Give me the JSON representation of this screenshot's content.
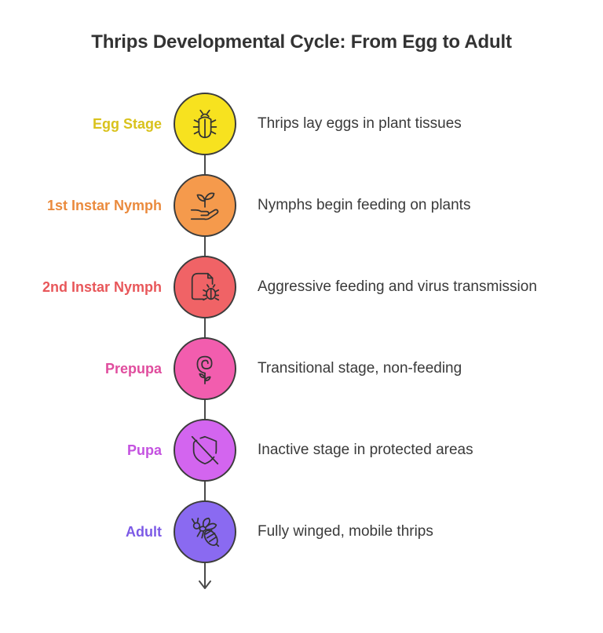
{
  "title": "Thrips Developmental Cycle: From Egg to Adult",
  "stages": [
    {
      "label": "Egg Stage",
      "description": "Thrips lay eggs in plant tissues",
      "icon": "beetle-icon",
      "label_color": "#d9c21c",
      "circle_color": "#f7e21f"
    },
    {
      "label": "1st Instar Nymph",
      "description": "Nymphs begin feeding on plants",
      "icon": "hand-holding-plant-icon",
      "label_color": "#ea8a3d",
      "circle_color": "#f59a4c"
    },
    {
      "label": "2nd Instar Nymph",
      "description": "Aggressive feeding and virus transmission",
      "icon": "leaf-with-bug-icon",
      "label_color": "#e8575a",
      "circle_color": "#f06366"
    },
    {
      "label": "Prepupa",
      "description": "Transitional stage, non-feeding",
      "icon": "spiral-sprout-icon",
      "label_color": "#e04d9e",
      "circle_color": "#f25dae"
    },
    {
      "label": "Pupa",
      "description": "Inactive stage in protected areas",
      "icon": "shield-off-icon",
      "label_color": "#c452e0",
      "circle_color": "#d365ef"
    },
    {
      "label": "Adult",
      "description": "Fully winged, mobile thrips",
      "icon": "wasp-icon",
      "label_color": "#7c5ae6",
      "circle_color": "#8a6af1"
    }
  ]
}
